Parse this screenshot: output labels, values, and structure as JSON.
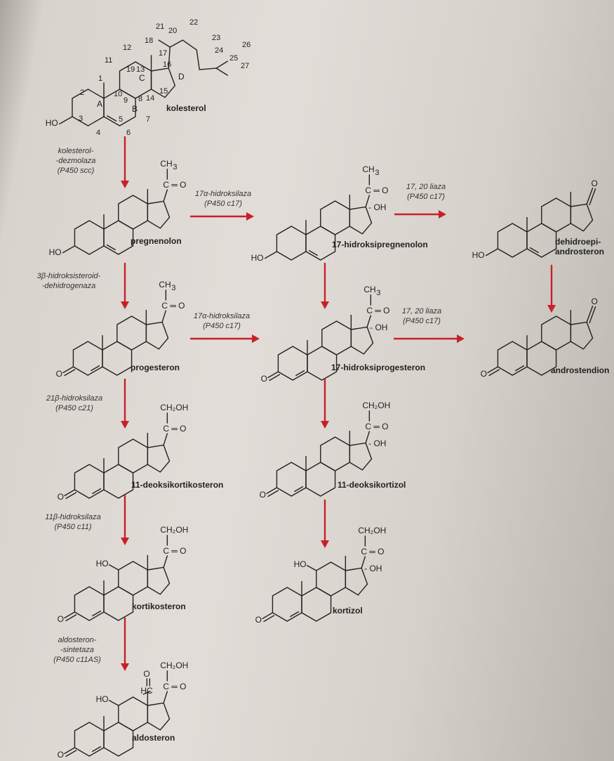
{
  "diagram": {
    "compounds": {
      "kolesterol": "kolesterol",
      "pregnenolon": "pregnenolon",
      "hidroksipregnenolon": "17-hidroksipregnenolon",
      "dehidroepiandrosteron": "dehidroepi-\nandrosteron",
      "progesteron": "progesteron",
      "hidroksiprogesteron": "17-hidroksiprogesteron",
      "androstendion": "androstendion",
      "deoksikortikosteron": "11-deoksikortikosteron",
      "deoksikortizol": "11-deoksikortizol",
      "kortikosteron": "kortikosteron",
      "kortizol": "kortizol",
      "aldosteron": "aldosteron"
    },
    "enzymes": {
      "dezmolaza": "kolesterol-\n-dezmolaza\n(P450 scc)",
      "hidroksilaza17_a": "17α-hidroksilaza\n(P450 c17)",
      "liaza_a": "17, 20 liaza\n(P450 c17)",
      "hsd": "3β-hidroksisteroid-\n-dehidrogenaza",
      "hidroksilaza17_b": "17α-hidroksilaza\n(P450 c17)",
      "liaza_b": "17, 20 liaza\n(P450 c17)",
      "hidroksilaza21": "21β-hidroksilaza\n(P450 c21)",
      "hidroksilaza11": "11β-hidroksilaza\n(P450 c11)",
      "sintetaza": "aldosteron-\n-sintetaza\n(P450 c11AS)"
    },
    "atoms": {
      "HO": "HO",
      "O": "O",
      "OH": "- OH",
      "CH3": "CH",
      "CH3_sub": "3",
      "CO": "C",
      "eq": "═ O",
      "CH2OH": "CH₂OH",
      "HC": "HC"
    },
    "ring_letters": [
      "A",
      "B",
      "C",
      "D"
    ],
    "carbon_numbers": [
      "1",
      "2",
      "3",
      "4",
      "5",
      "6",
      "7",
      "8",
      "9",
      "10",
      "11",
      "12",
      "13",
      "14",
      "15",
      "16",
      "17",
      "18",
      "19",
      "20",
      "21",
      "22",
      "23",
      "24",
      "25",
      "26",
      "27"
    ],
    "colors": {
      "arrow": "#c8202a",
      "line": "#222222",
      "paper": "#e0dbd6"
    }
  }
}
